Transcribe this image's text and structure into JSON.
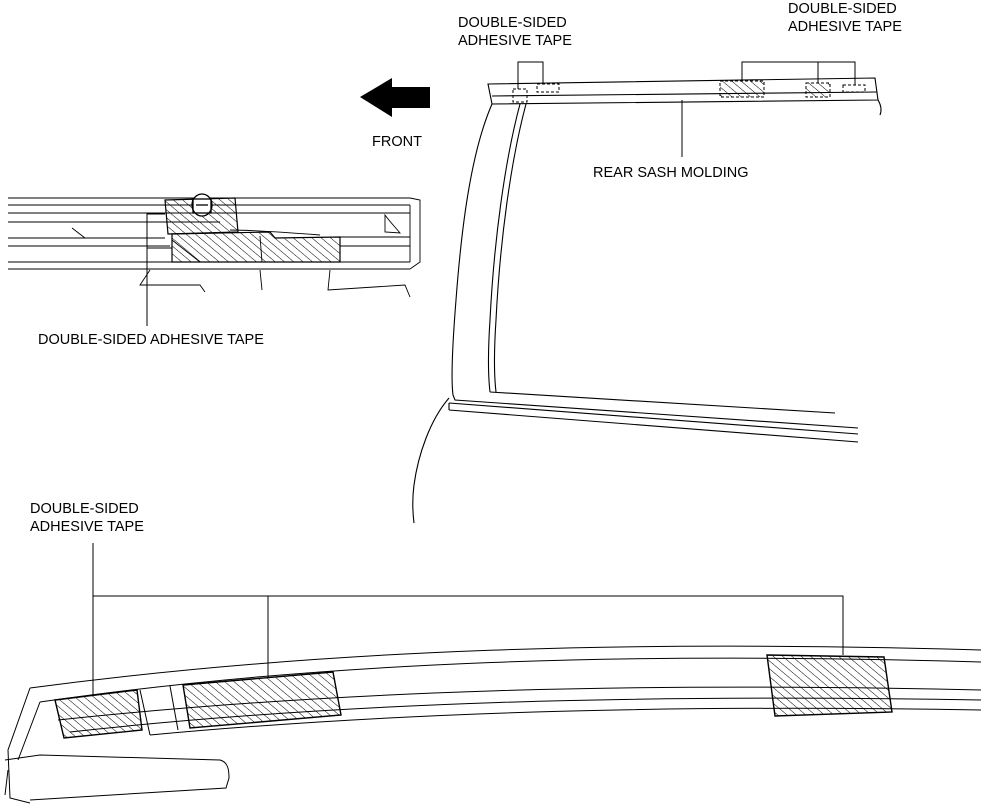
{
  "labels": {
    "tape_top_left": [
      "DOUBLE-SIDED",
      "ADHESIVE TAPE"
    ],
    "tape_top_right": [
      "DOUBLE-SIDED",
      "ADHESIVE TAPE"
    ],
    "front": "FRONT",
    "rear_sash_molding": "REAR SASH MOLDING",
    "tape_detail": "DOUBLE-SIDED ADHESIVE TAPE",
    "tape_bottom": [
      "DOUBLE-SIDED",
      "ADHESIVE TAPE"
    ]
  },
  "colors": {
    "line": "#000000",
    "background": "#ffffff"
  },
  "icons": {
    "direction": "arrow-left-icon"
  }
}
